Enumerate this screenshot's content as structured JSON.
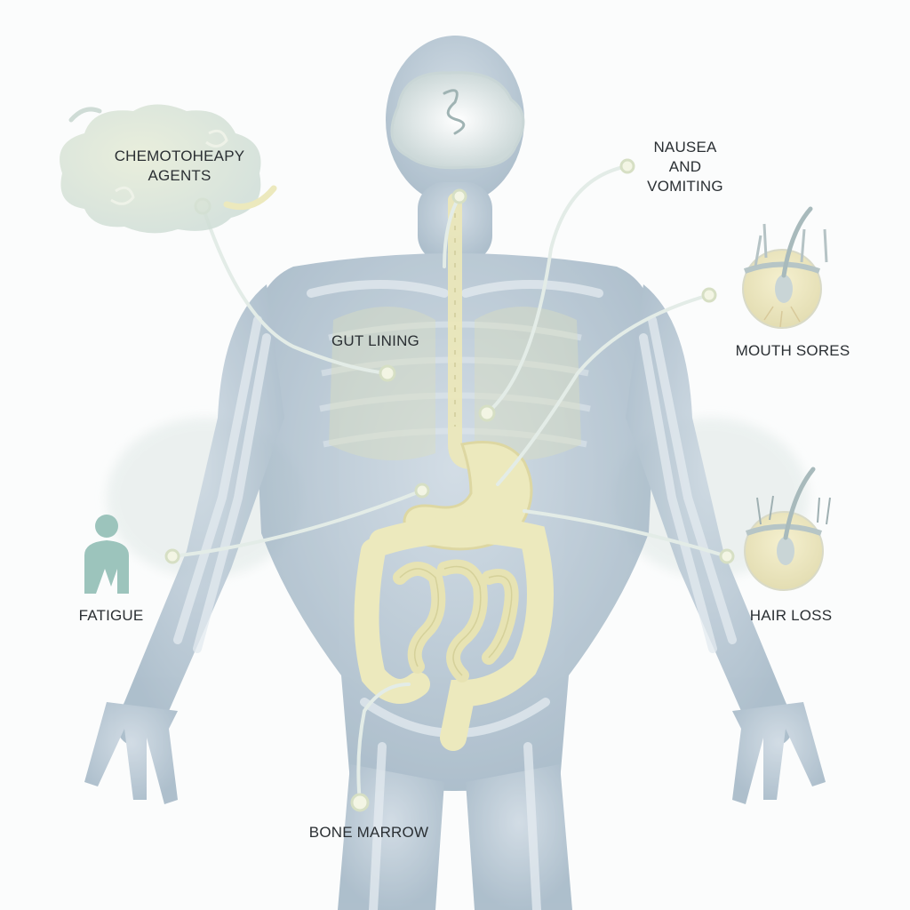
{
  "labels": {
    "chemo": "CHEMOTOHEAPY\nAGENTS",
    "nausea": "NAUSEA\nAND\nVOMITING",
    "gut": "GUT LINING",
    "mouth": "MOUTH SORES",
    "fatigue": "FATIGUE",
    "hair": "HAIR LOSS",
    "marrow": "BONE MARROW"
  },
  "icons": [
    "chemotherapy-cloud-icon",
    "fatigue-person-icon",
    "mouth-sores-follicle-icon",
    "hair-loss-follicle-icon",
    "brain-icon",
    "stomach-icon",
    "intestines-icon"
  ],
  "colors": {
    "body": "#9fb3c4",
    "bone": "#d8e2ea",
    "organ": "#ece9bd",
    "connector": "#dfe9e6",
    "label": "#2a2f33",
    "cloud": "#d7e4dc"
  }
}
